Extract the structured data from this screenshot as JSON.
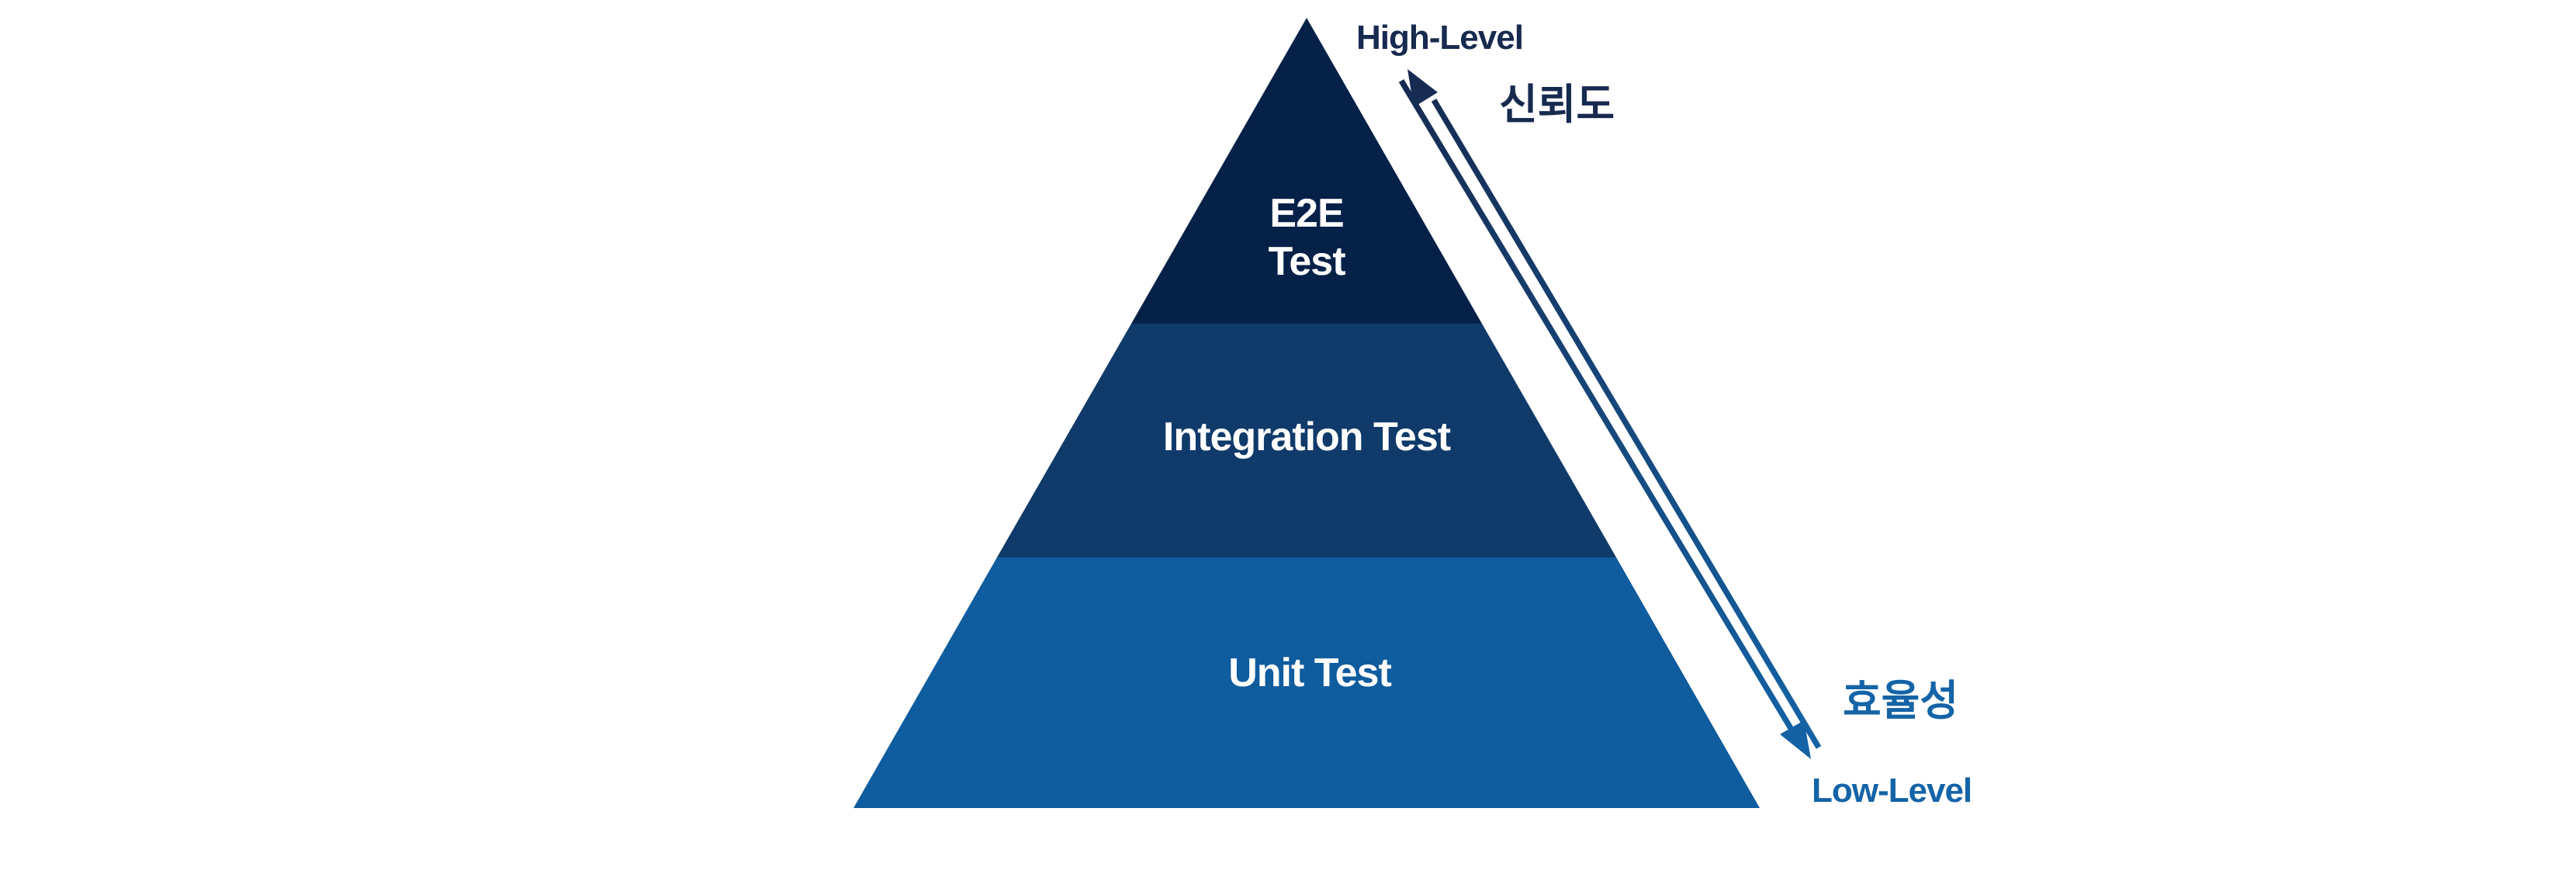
{
  "diagram": {
    "name": "test-pyramid",
    "layers": [
      {
        "label": "E2E Test",
        "line1": "E2E",
        "line2": "Test",
        "color": "#062148"
      },
      {
        "label": "Integration Test",
        "color": "#0F3A6A"
      },
      {
        "label": "Unit Test",
        "color": "#0F5C9E"
      }
    ],
    "axis": {
      "top_label": "High-Level",
      "top_korean_label": "신뢰도",
      "bottom_korean_label": "효율성",
      "bottom_label": "Low-Level",
      "dark_color": "#172A4F",
      "light_color": "#1464A7"
    }
  }
}
